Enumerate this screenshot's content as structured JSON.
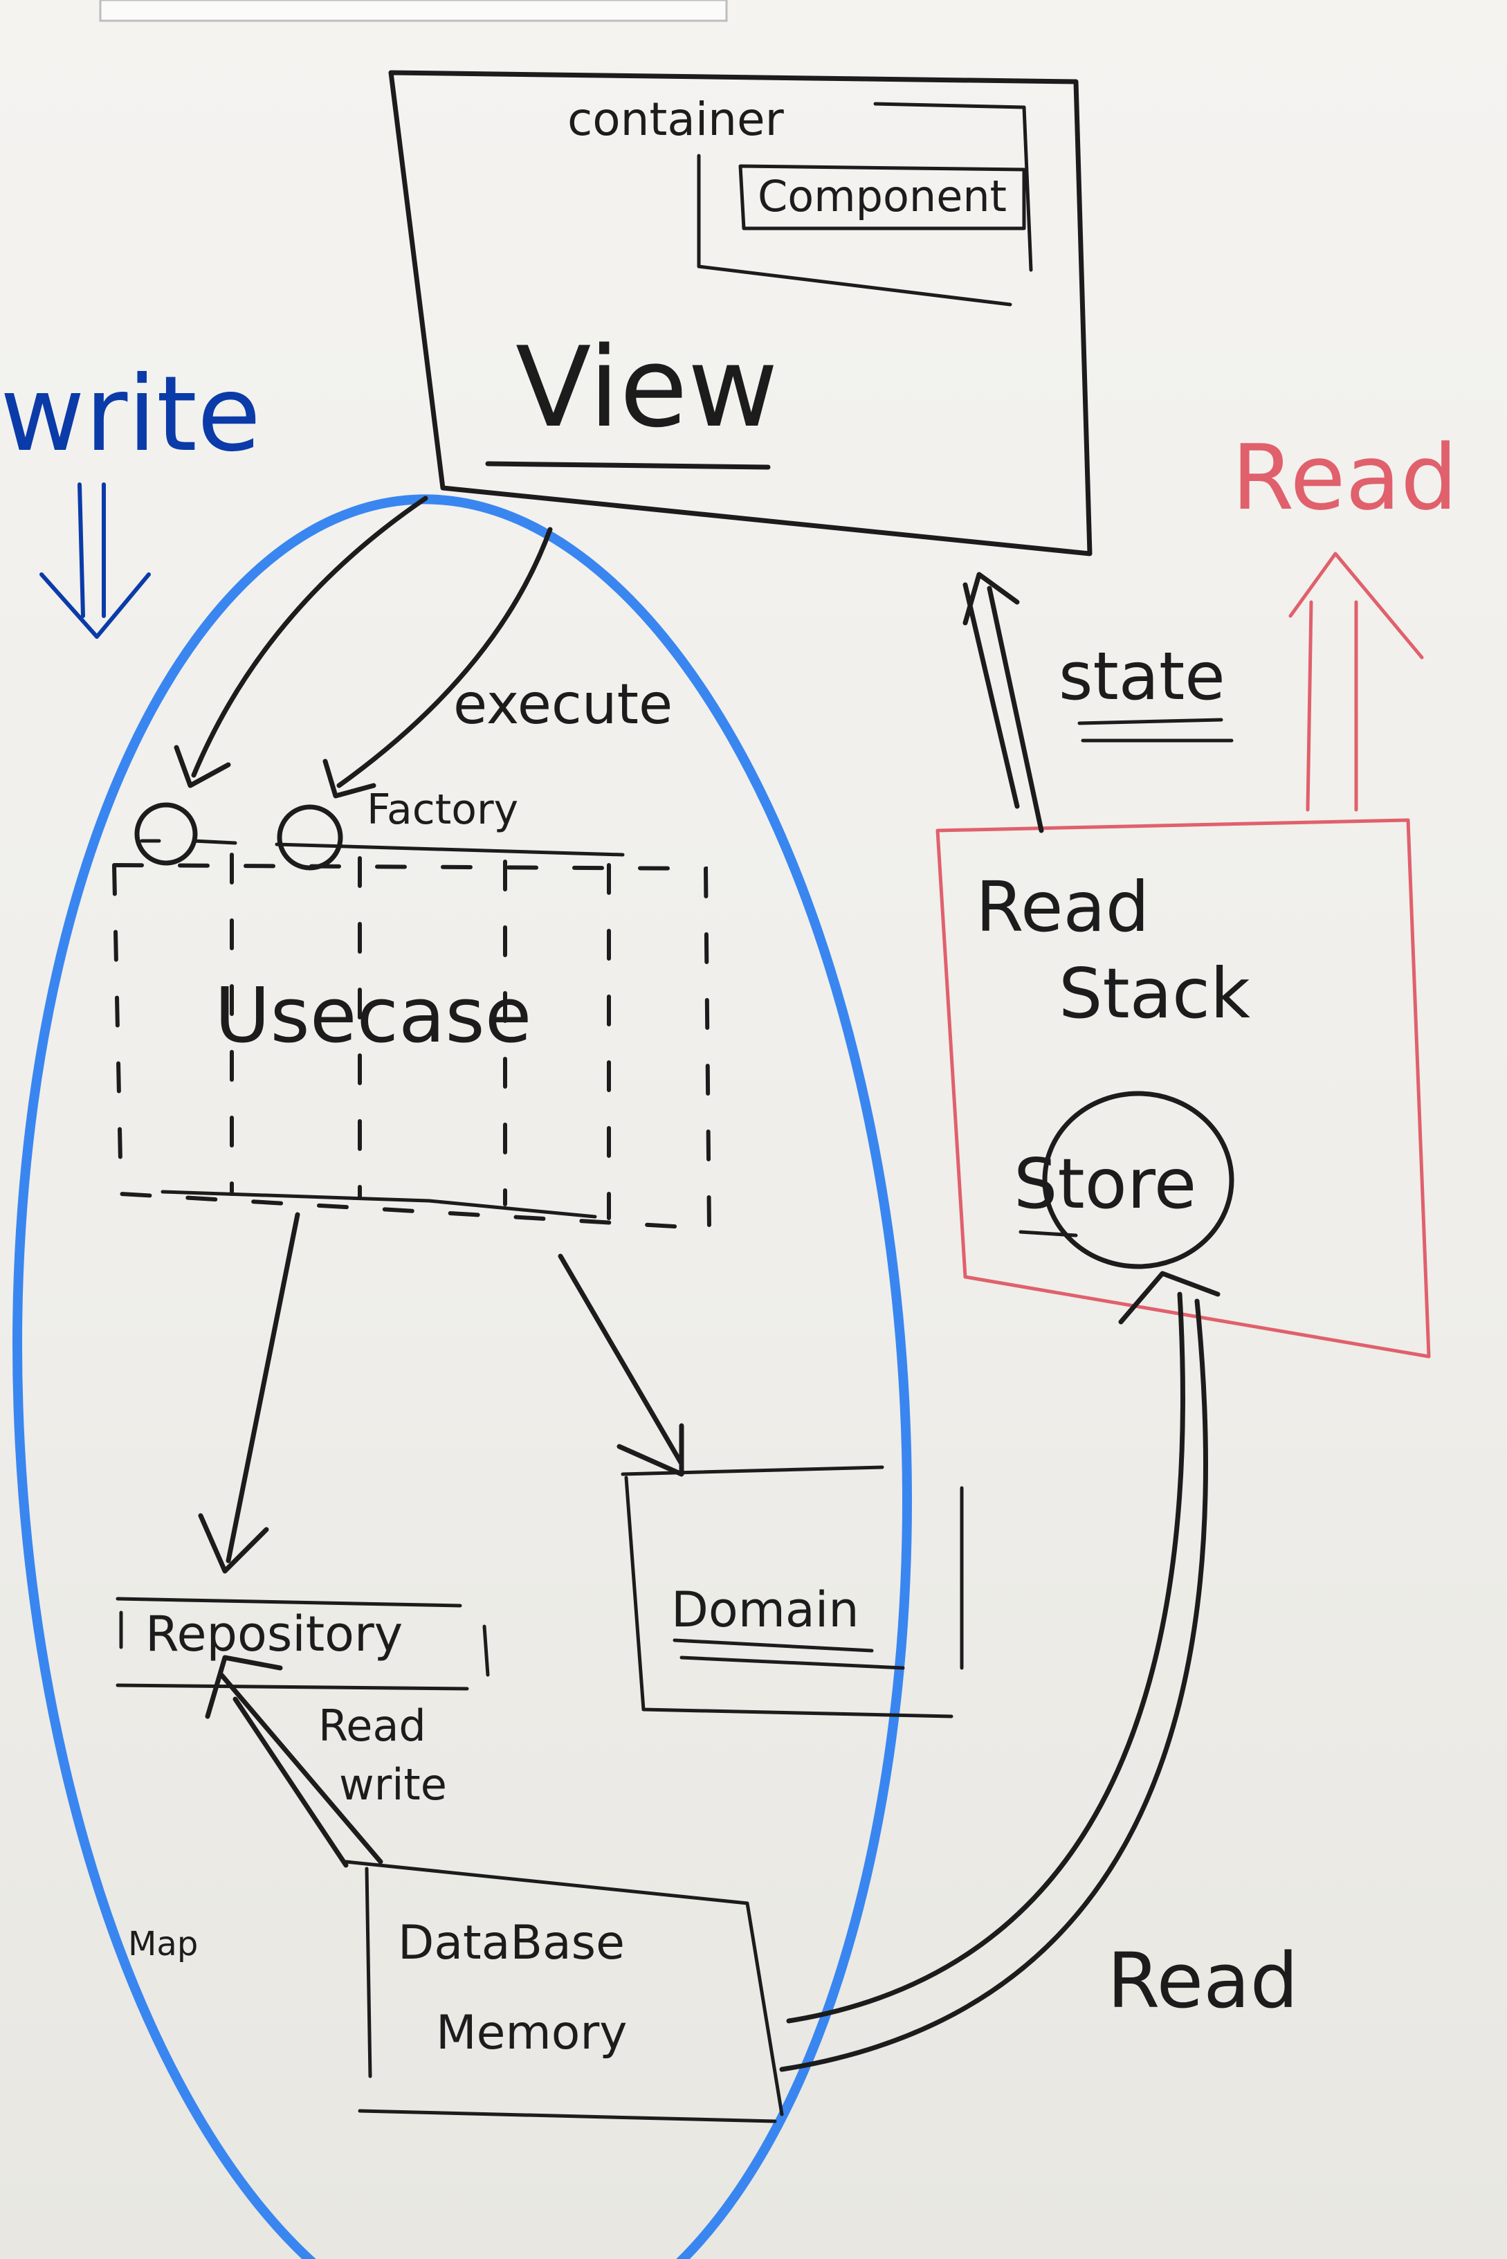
{
  "labels": {
    "container": "container",
    "component": "Component",
    "view": "View",
    "write_left": "write",
    "read_top_right": "Read",
    "state": "state",
    "execute": "execute",
    "factory": "Factory",
    "usecase": "Usecase",
    "read_stack_line1": "Read",
    "read_stack_line2": "Stack",
    "store": "Store",
    "repository": "Repository",
    "domain": "Domain",
    "read_write_line1": "Read",
    "read_write_line2": "write",
    "map": "Map",
    "database_line1": "DataBase",
    "database_line2": "Memory",
    "read_bottom_right": "Read"
  },
  "colors": {
    "ink": "#1c1c1c",
    "red_marker": "#e0606c",
    "blue_marker": "#0b3ba8",
    "ellipse": "#3a86f0"
  }
}
